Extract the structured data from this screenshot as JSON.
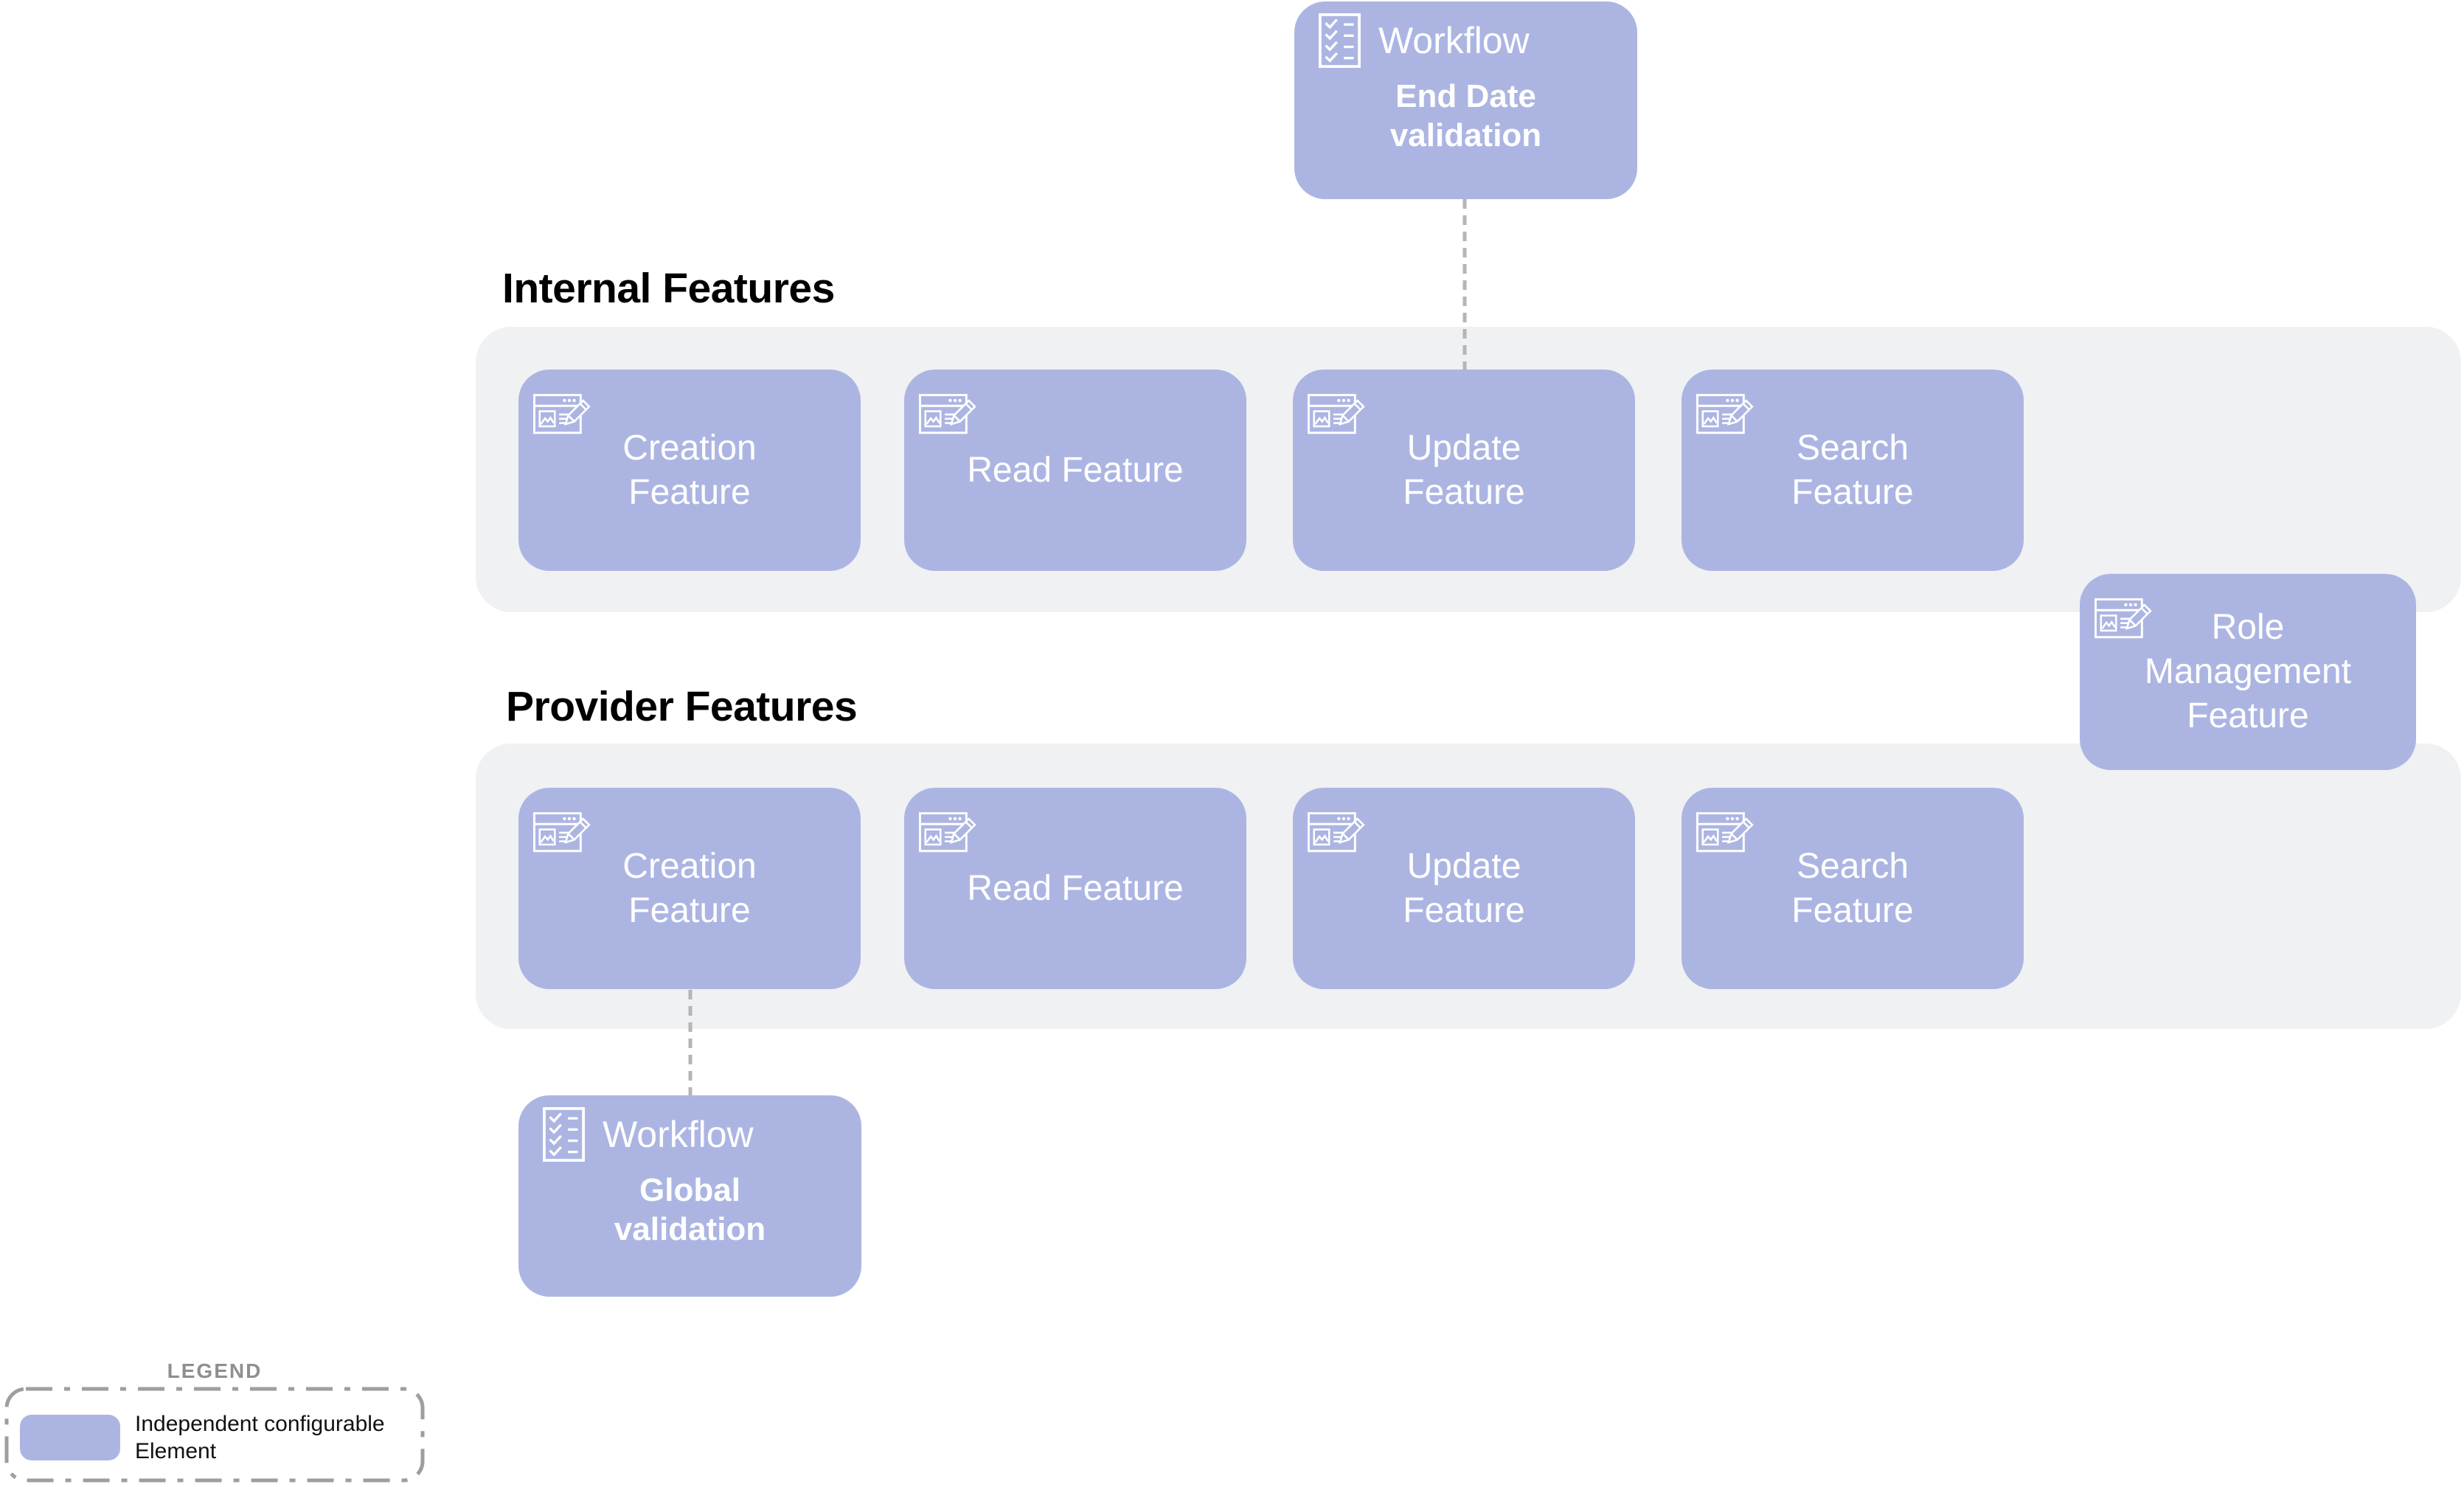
{
  "diagram": {
    "workflow_top": {
      "title": "Workflow",
      "subtitle": "End Date validation"
    },
    "workflow_bottom": {
      "title": "Workflow",
      "subtitle": "Global validation"
    },
    "sections": {
      "internal": {
        "heading": "Internal Features",
        "features": [
          "Creation Feature",
          "Read Feature",
          "Update Feature",
          "Search Feature"
        ]
      },
      "provider": {
        "heading": "Provider Features",
        "features": [
          "Creation Feature",
          "Read Feature",
          "Update Feature",
          "Search Feature"
        ]
      }
    },
    "role_feature": {
      "label": "Role Management Feature"
    },
    "legend": {
      "title": "LEGEND",
      "items": [
        {
          "swatch": "independent-configurable-element",
          "label": "Independent configurable Element"
        }
      ]
    },
    "icons": {
      "feature": "browser-edit-icon",
      "workflow": "checklist-icon"
    },
    "colors": {
      "element": "#ACB5E2",
      "band": "#F0F1F3",
      "connector": "#B5B5B5",
      "legend_border": "#9E9E9E",
      "legend_title": "#8F8F8F",
      "label_text": "#FFFFFF",
      "heading_text": "#000000"
    }
  }
}
